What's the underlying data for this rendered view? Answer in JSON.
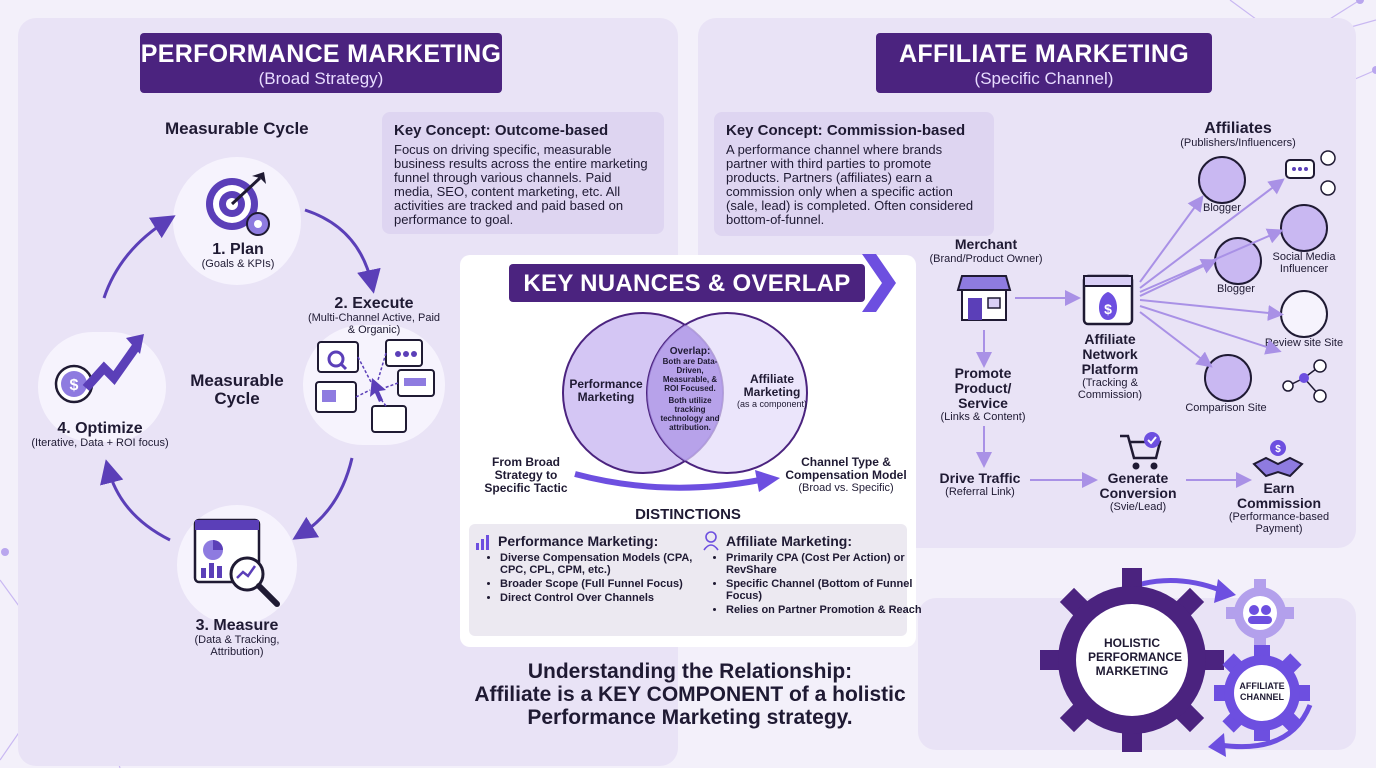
{
  "performance": {
    "title": "PERFORMANCE MARKETING",
    "subtitle": "(Broad Strategy)",
    "cycle_heading": "Measurable Cycle",
    "cycle_center": "Measurable Cycle",
    "concept_title": "Key Concept: Outcome-based",
    "concept_body": "Focus on driving specific, measurable business results across the entire marketing funnel through various channels. Paid media, SEO, content marketing, etc. All activities are tracked and paid based on performance to goal.",
    "steps": [
      {
        "title": "1. Plan",
        "sub": "(Goals & KPIs)",
        "icon": "target-gear-icon"
      },
      {
        "title": "2. Execute",
        "sub": "(Multi-Channel Active, Paid & Organic)",
        "icon": "multi-channel-icon"
      },
      {
        "title": "3. Measure",
        "sub": "(Data & Tracking, Attribution)",
        "icon": "analytics-magnifier-icon"
      },
      {
        "title": "4. Optimize",
        "sub": "(Iterative, Data + ROI focus)",
        "icon": "growth-arrow-dollar-icon"
      }
    ]
  },
  "affiliate": {
    "title": "AFFILIATE MARKETING",
    "subtitle": "(Specific Channel)",
    "concept_title": "Key Concept: Commission-based",
    "concept_body": "A performance channel where brands partner with third parties to promote products. Partners (affiliates) earn a commission only when a specific action (sale, lead) is completed. Often considered bottom-of-funnel.",
    "merchant_title": "Merchant",
    "merchant_sub": "(Brand/Product Owner)",
    "network_title": "Affiliate Network Platform",
    "network_sub": "(Tracking & Commission)",
    "promote_title": "Promote Product/ Service",
    "promote_sub": "(Links & Content)",
    "drive_title": "Drive Traffic",
    "drive_sub": "(Referral Link)",
    "conversion_title": "Generate Conversion",
    "conversion_sub": "(Svie/Lead)",
    "earn_title": "Earn Commission",
    "earn_sub": "(Performance-based Payment)",
    "affiliates_title": "Affiliates",
    "affiliates_sub": "(Publishers/Influencers)",
    "affiliate_types": [
      "Blogger",
      "Social Media Influencer",
      "Blogger",
      "Review site Site",
      "Comparison Site"
    ]
  },
  "nuances": {
    "title": "KEY NUANCES & OVERLAP",
    "venn_left": "Performance Marketing",
    "venn_right_title": "Affiliate Marketing",
    "venn_right_sub": "(as a component)",
    "overlap_title": "Overlap:",
    "overlap_body1": "Both are Data-Driven, Measurable, & ROI Focused.",
    "overlap_body2": "Both utilize tracking technology and attribution.",
    "from_text": "From Broad Strategy to Specific Tactic",
    "channel_text": "Channel Type & Compensation Model",
    "channel_sub": "(Broad vs. Specific)",
    "distinctions": "DISTINCTIONS",
    "perf_head": "Performance Marketing:",
    "perf_items": [
      "Diverse Compensation Models (CPA, CPC, CPL, CPM, etc.)",
      "Broader Scope (Full Funnel Focus)",
      "Direct Control Over Channels"
    ],
    "aff_head": "Affiliate Marketing:",
    "aff_items": [
      "Primarily CPA (Cost Per Action) or RevShare",
      "Specific Channel (Bottom of Funnel Focus)",
      "Relies on Partner Promotion & Reach"
    ]
  },
  "relationship": {
    "line1": "Understanding the Relationship:",
    "line2": "Affiliate is a KEY COMPONENT of a holistic",
    "line3": "Performance Marketing strategy."
  },
  "gears": {
    "big": "HOLISTIC PERFORMANCE MARKETING",
    "small": "AFFILIATE CHANNEL"
  },
  "colors": {
    "primary": "#4b237f",
    "accent": "#6d4fe0",
    "panel": "#e9e3f6"
  }
}
